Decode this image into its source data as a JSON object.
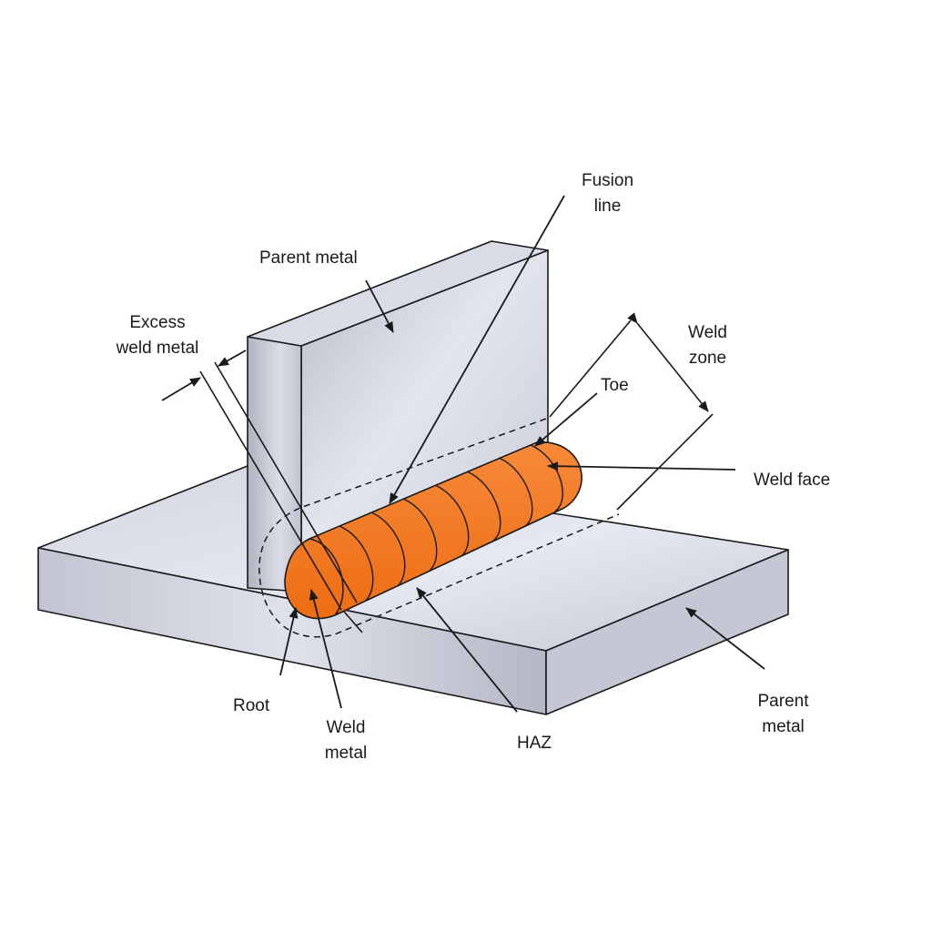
{
  "labels": {
    "fusion_line": [
      "Fusion",
      "line"
    ],
    "parent_metal_top": "Parent metal",
    "excess_weld_metal": [
      "Excess",
      "weld metal"
    ],
    "weld_zone": [
      "Weld",
      "zone"
    ],
    "toe": "Toe",
    "weld_face": "Weld face",
    "root": "Root",
    "weld_metal": [
      "Weld",
      "metal"
    ],
    "haz": "HAZ",
    "parent_metal_bottom": [
      "Parent",
      "metal"
    ]
  },
  "colors": {
    "weld": "#f47a1f",
    "metal_light": "#e6e8f2",
    "metal_mid": "#c9ccd8",
    "metal_dark": "#a9acb9",
    "outline": "#1a1a1a"
  }
}
